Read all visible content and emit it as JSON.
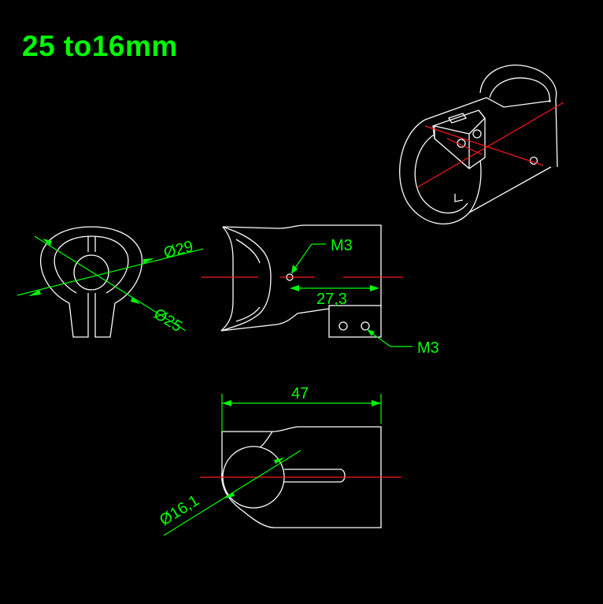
{
  "title": "25 to16mm",
  "colors": {
    "line": "#ffffff",
    "centerline": "#ff1a1a",
    "dimension": "#00ff00",
    "background": "#000000"
  },
  "dimensions": {
    "outer_diameter": "Ø29",
    "inner_diameter": "Ø25",
    "hole_top": "M3",
    "offset": "27,3",
    "hole_bottom": "M3",
    "length": "47",
    "bore_diameter": "Ø16,1"
  }
}
